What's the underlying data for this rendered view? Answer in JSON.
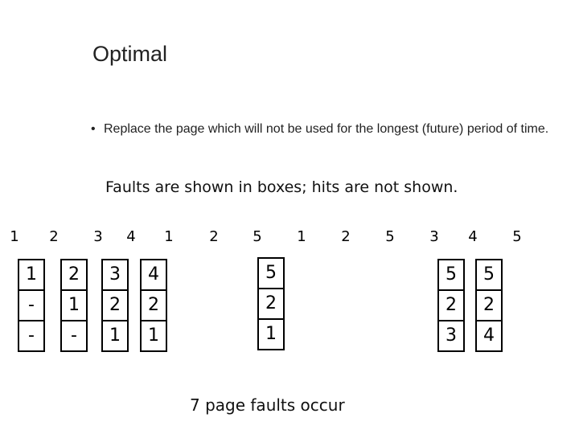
{
  "title": "Optimal",
  "bullet": {
    "symbol": "•",
    "text": "Replace the page which will not be used for the longest (future) period of time."
  },
  "caption": "Faults are shown in boxes; hits are not shown.",
  "reference_string": [
    "1",
    "2",
    "3",
    "4",
    "1",
    "2",
    "5",
    "1",
    "2",
    "5",
    "3",
    "4",
    "5"
  ],
  "frames": [
    [
      "1",
      "-",
      "-"
    ],
    [
      "2",
      "1",
      "-"
    ],
    [
      "3",
      "2",
      "1"
    ],
    [
      "4",
      "2",
      "1"
    ],
    [
      "5",
      "2",
      "1"
    ],
    [
      "5",
      "2",
      "3"
    ],
    [
      "5",
      "2",
      "4"
    ]
  ],
  "footer": "7 page faults occur"
}
